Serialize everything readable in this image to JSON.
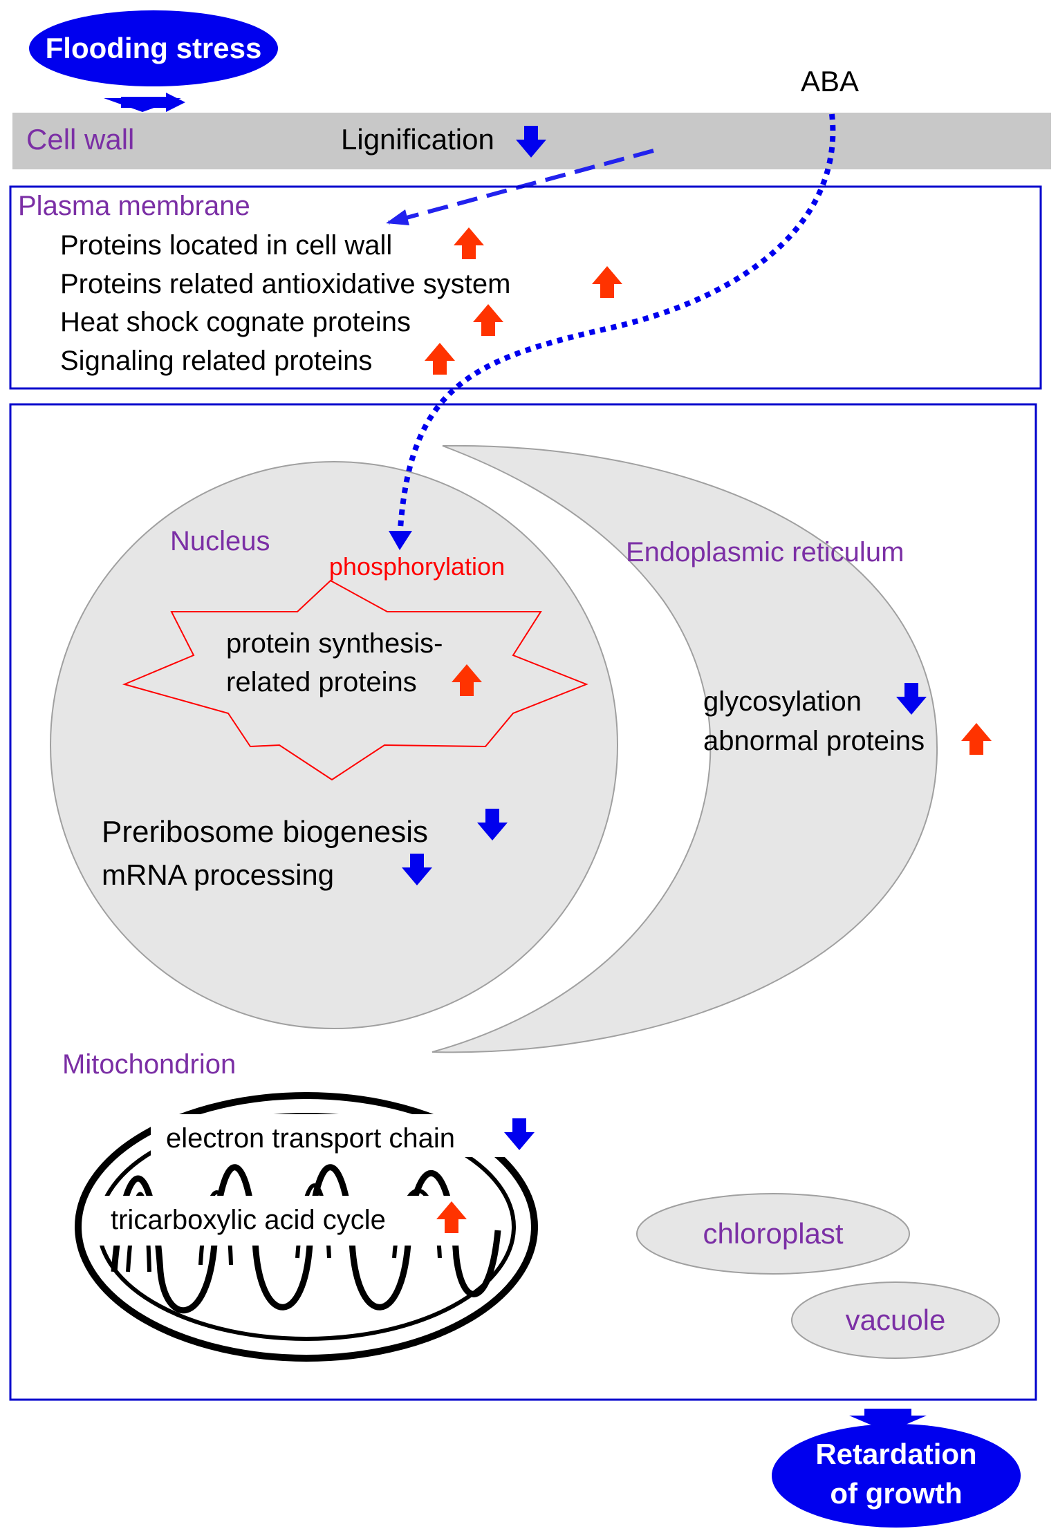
{
  "colors": {
    "organelle_label": "#7B2FA5",
    "up_arrow": "#FF3300",
    "down_arrow": "#0000EE",
    "phospho": "#FF0000",
    "frame": "#0000CC",
    "organelle_fill": "#E6E6E6",
    "cell_wall_fill": "#C8C8C8",
    "oval_fill": "#0000EE"
  },
  "header": {
    "stress": "Flooding stress",
    "hormone": "ABA"
  },
  "cell_wall": {
    "label": "Cell wall",
    "items": [
      {
        "text": "Lignification",
        "change": "down"
      }
    ]
  },
  "plasma_membrane": {
    "label": "Plasma membrane",
    "items": [
      {
        "text": "Proteins located in cell wall",
        "change": "up"
      },
      {
        "text": "Proteins related antioxidative system",
        "change": "up"
      },
      {
        "text": "Heat shock cognate proteins",
        "change": "up"
      },
      {
        "text": "Signaling related proteins",
        "change": "up"
      }
    ]
  },
  "nucleus": {
    "label": "Nucleus",
    "phospho_label": "phosphorylation",
    "star_line1": "protein synthesis-",
    "star_line2": "related proteins",
    "star_change": "up",
    "items": [
      {
        "text": "Preribosome biogenesis",
        "change": "down"
      },
      {
        "text": "mRNA processing",
        "change": "down"
      }
    ]
  },
  "er": {
    "label": "Endoplasmic reticulum",
    "items": [
      {
        "text": "glycosylation",
        "change": "down"
      },
      {
        "text": "abnormal proteins",
        "change": "up"
      }
    ]
  },
  "mitochondrion": {
    "label": "Mitochondrion",
    "items": [
      {
        "text": "electron transport chain",
        "change": "down"
      },
      {
        "text": "tricarboxylic acid cycle",
        "change": "up"
      }
    ]
  },
  "chloroplast": {
    "label": "chloroplast"
  },
  "vacuole": {
    "label": "vacuole"
  },
  "outcome": {
    "line1": "Retardation",
    "line2": "of growth"
  }
}
